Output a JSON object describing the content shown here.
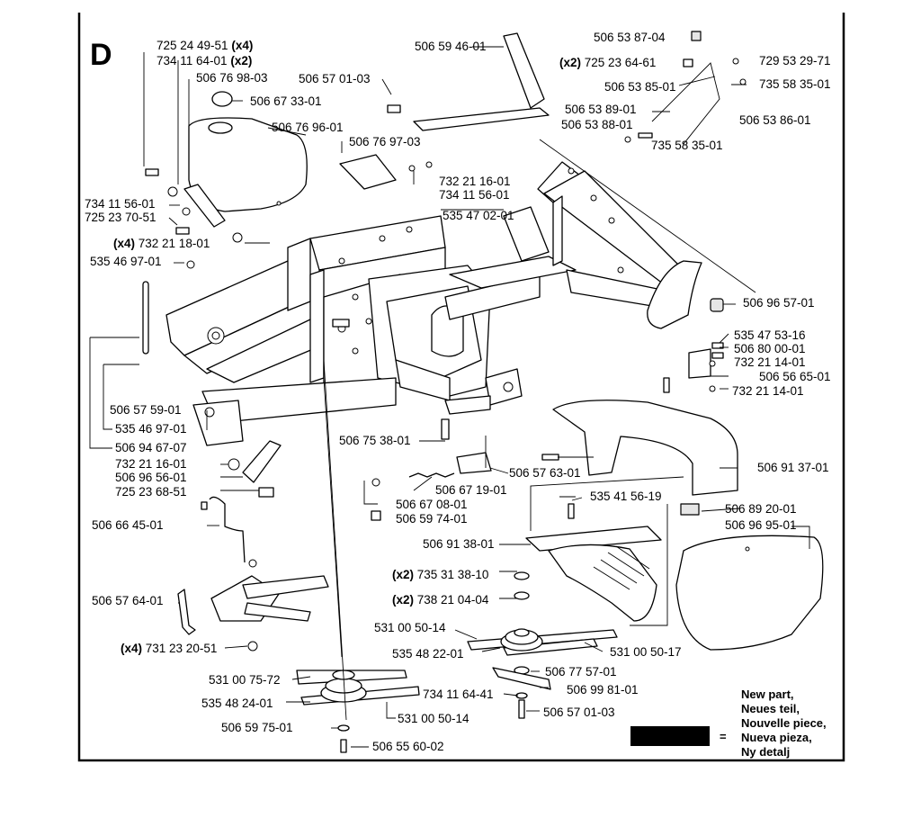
{
  "section_letter": "D",
  "labels": [
    {
      "mult": "",
      "text": "725 24 49-51",
      "suffix": "(x4)"
    },
    {
      "mult": "",
      "text": "734 11 64-01",
      "suffix": "(x2)"
    },
    {
      "mult": "",
      "text": "506 76 98-03",
      "suffix": ""
    },
    {
      "mult": "",
      "text": "506 67 33-01",
      "suffix": ""
    },
    {
      "mult": "",
      "text": "506 76 96-01",
      "suffix": ""
    },
    {
      "mult": "",
      "text": "734 11 56-01",
      "suffix": ""
    },
    {
      "mult": "",
      "text": "725 23 70-51",
      "suffix": ""
    },
    {
      "mult": "(x4)",
      "text": "732 21 18-01",
      "suffix": ""
    },
    {
      "mult": "",
      "text": "535 46 97-01",
      "suffix": ""
    },
    {
      "mult": "",
      "text": "506 57 01-03",
      "suffix": ""
    },
    {
      "mult": "",
      "text": "506 59 46-01",
      "suffix": ""
    },
    {
      "mult": "",
      "text": "506 76 97-03",
      "suffix": ""
    },
    {
      "mult": "",
      "text": "732 21 16-01",
      "suffix": ""
    },
    {
      "mult": "",
      "text": "734 11 56-01",
      "suffix": ""
    },
    {
      "mult": "",
      "text": "535 47 02-01",
      "suffix": ""
    },
    {
      "mult": "",
      "text": "506 53 87-04",
      "suffix": ""
    },
    {
      "mult": "(x2)",
      "text": "725 23 64-61",
      "suffix": ""
    },
    {
      "mult": "",
      "text": "729 53 29-71",
      "suffix": ""
    },
    {
      "mult": "",
      "text": "506 53 85-01",
      "suffix": ""
    },
    {
      "mult": "",
      "text": "735 58 35-01",
      "suffix": ""
    },
    {
      "mult": "",
      "text": "506 53 89-01",
      "suffix": ""
    },
    {
      "mult": "",
      "text": "506 53 86-01",
      "suffix": ""
    },
    {
      "mult": "",
      "text": "506 53 88-01",
      "suffix": ""
    },
    {
      "mult": "",
      "text": "735 58 35-01",
      "suffix": ""
    },
    {
      "mult": "",
      "text": "506 96 57-01",
      "suffix": ""
    },
    {
      "mult": "",
      "text": "535 47 53-16",
      "suffix": ""
    },
    {
      "mult": "",
      "text": "506 80 00-01",
      "suffix": ""
    },
    {
      "mult": "",
      "text": "732 21 14-01",
      "suffix": ""
    },
    {
      "mult": "",
      "text": "506 56 65-01",
      "suffix": ""
    },
    {
      "mult": "",
      "text": "732 21 14-01",
      "suffix": ""
    },
    {
      "mult": "",
      "text": "506 57 59-01",
      "suffix": ""
    },
    {
      "mult": "",
      "text": "535 46 97-01",
      "suffix": ""
    },
    {
      "mult": "",
      "text": "506 94 67-07",
      "suffix": ""
    },
    {
      "mult": "",
      "text": "506 75 38-01",
      "suffix": ""
    },
    {
      "mult": "",
      "text": "732 21 16-01",
      "suffix": ""
    },
    {
      "mult": "",
      "text": "506 96 56-01",
      "suffix": ""
    },
    {
      "mult": "",
      "text": "725 23 68-51",
      "suffix": ""
    },
    {
      "mult": "",
      "text": "506 57 63-01",
      "suffix": ""
    },
    {
      "mult": "",
      "text": "506 67 19-01",
      "suffix": ""
    },
    {
      "mult": "",
      "text": "506 67 08-01",
      "suffix": ""
    },
    {
      "mult": "",
      "text": "506 59 74-01",
      "suffix": ""
    },
    {
      "mult": "",
      "text": "506 91 37-01",
      "suffix": ""
    },
    {
      "mult": "",
      "text": "535 41 56-19",
      "suffix": ""
    },
    {
      "mult": "",
      "text": "506 89 20-01",
      "suffix": ""
    },
    {
      "mult": "",
      "text": "506 96 95-01",
      "suffix": ""
    },
    {
      "mult": "",
      "text": "506 66 45-01",
      "suffix": ""
    },
    {
      "mult": "",
      "text": "506 91 38-01",
      "suffix": ""
    },
    {
      "mult": "(x2)",
      "text": "735 31 38-10",
      "suffix": ""
    },
    {
      "mult": "(x2)",
      "text": "738 21 04-04",
      "suffix": ""
    },
    {
      "mult": "",
      "text": "506 57 64-01",
      "suffix": ""
    },
    {
      "mult": "",
      "text": "531 00 50-14",
      "suffix": ""
    },
    {
      "mult": "",
      "text": "535 48 22-01",
      "suffix": ""
    },
    {
      "mult": "",
      "text": "531 00 50-17",
      "suffix": ""
    },
    {
      "mult": "(x4)",
      "text": "731 23 20-51",
      "suffix": ""
    },
    {
      "mult": "",
      "text": "506 77 57-01",
      "suffix": ""
    },
    {
      "mult": "",
      "text": "531 00 75-72",
      "suffix": ""
    },
    {
      "mult": "",
      "text": "734 11 64-41",
      "suffix": ""
    },
    {
      "mult": "",
      "text": "506 99 81-01",
      "suffix": ""
    },
    {
      "mult": "",
      "text": "535 48 24-01",
      "suffix": ""
    },
    {
      "mult": "",
      "text": "531 00 50-14",
      "suffix": ""
    },
    {
      "mult": "",
      "text": "506 57 01-03",
      "suffix": ""
    },
    {
      "mult": "",
      "text": "506 59 75-01",
      "suffix": ""
    },
    {
      "mult": "",
      "text": "506 55 60-02",
      "suffix": ""
    }
  ],
  "legend": {
    "lines": [
      "New part,",
      "Neues teil,",
      "Nouvelle piece,",
      "Nueva pieza,",
      "Ny detalj"
    ],
    "equals": "=",
    "swatch_color": "#000000"
  }
}
